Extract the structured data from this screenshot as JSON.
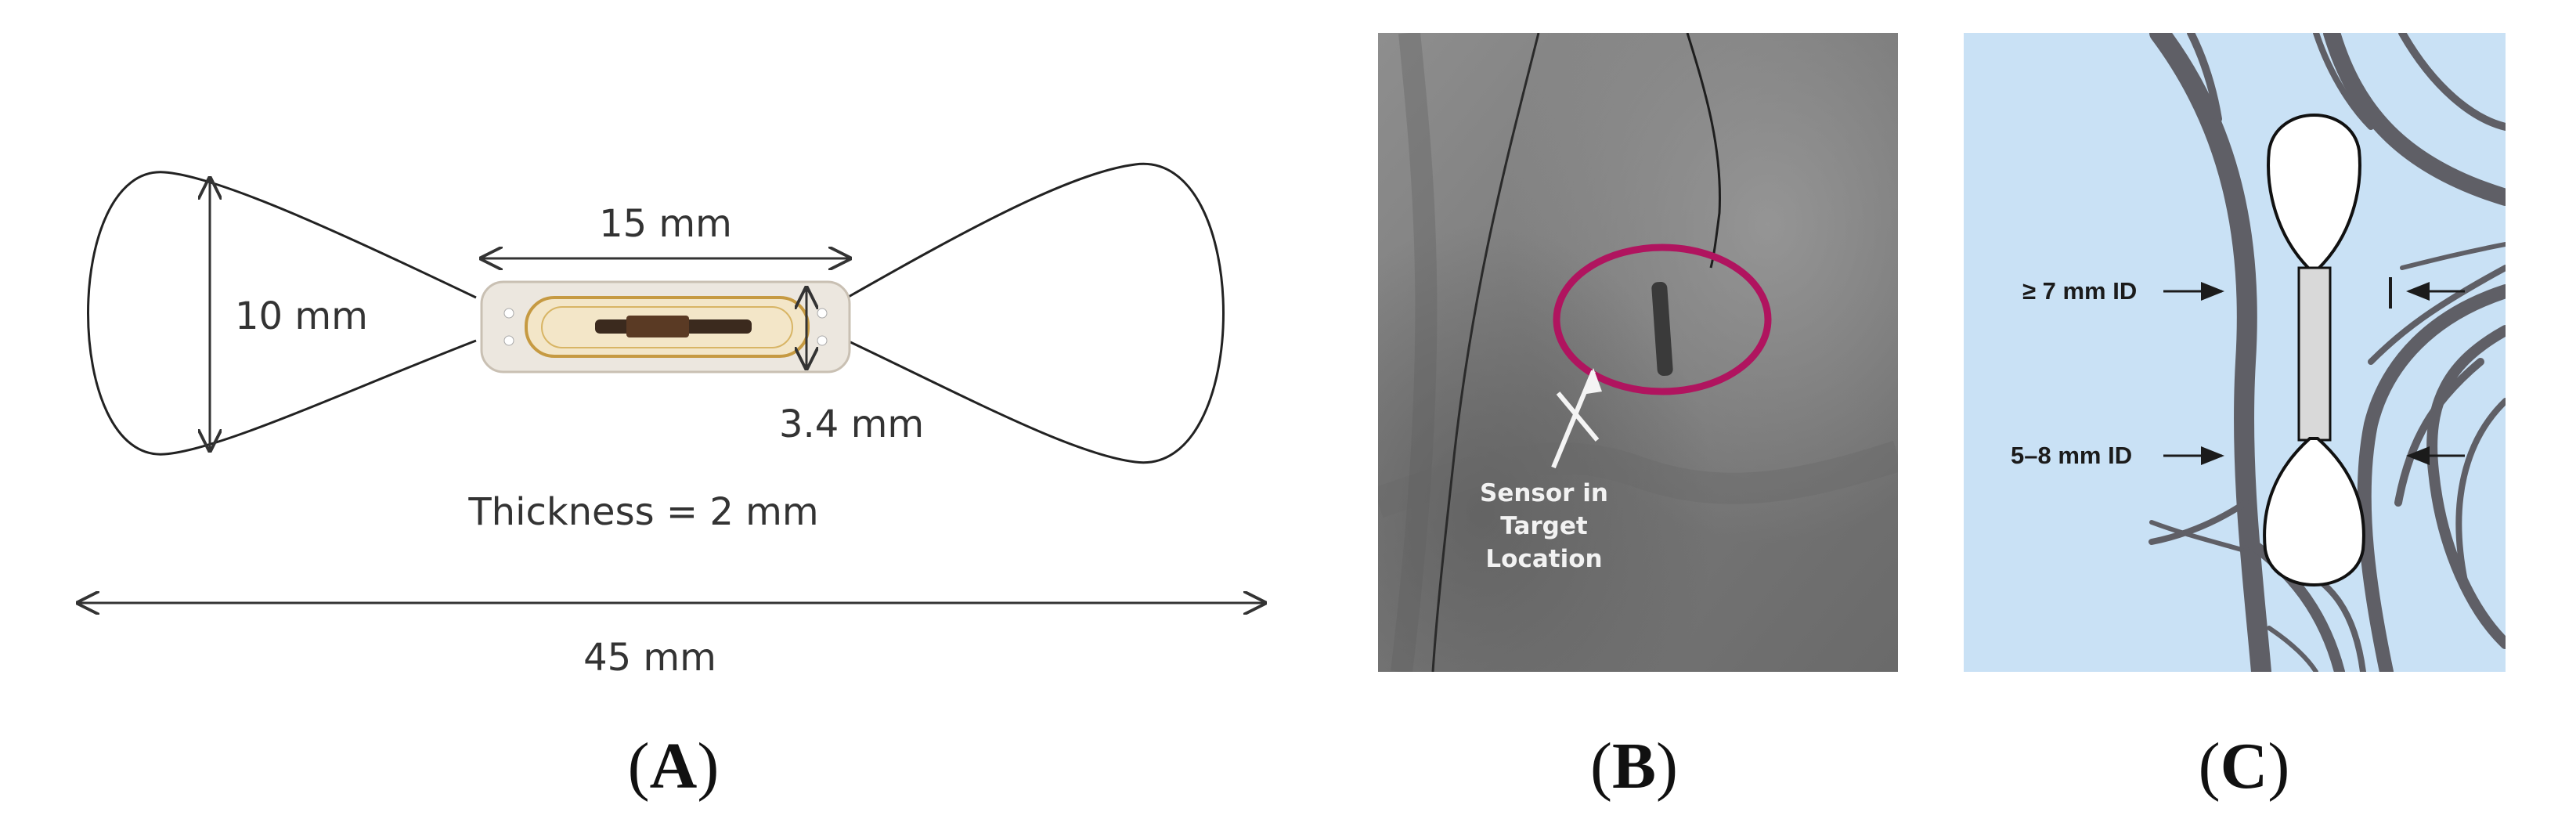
{
  "panel_a": {
    "width_label": "15 mm",
    "height_label": "10 mm",
    "body_height_label": "3.4 mm",
    "thickness_label": "Thickness = 2 mm",
    "length_label": "45 mm",
    "caption_letter": "A"
  },
  "panel_b": {
    "annotation_lines": [
      "Sensor in",
      "Target",
      "Location"
    ],
    "highlight_color": "#b0145f",
    "caption_letter": "B"
  },
  "panel_c": {
    "upper_label": "≥ 7 mm ID",
    "lower_label": "5–8 mm ID",
    "background_color": "#c9e1f5",
    "vessel_color": "#5f5f66",
    "caption_letter": "C"
  }
}
